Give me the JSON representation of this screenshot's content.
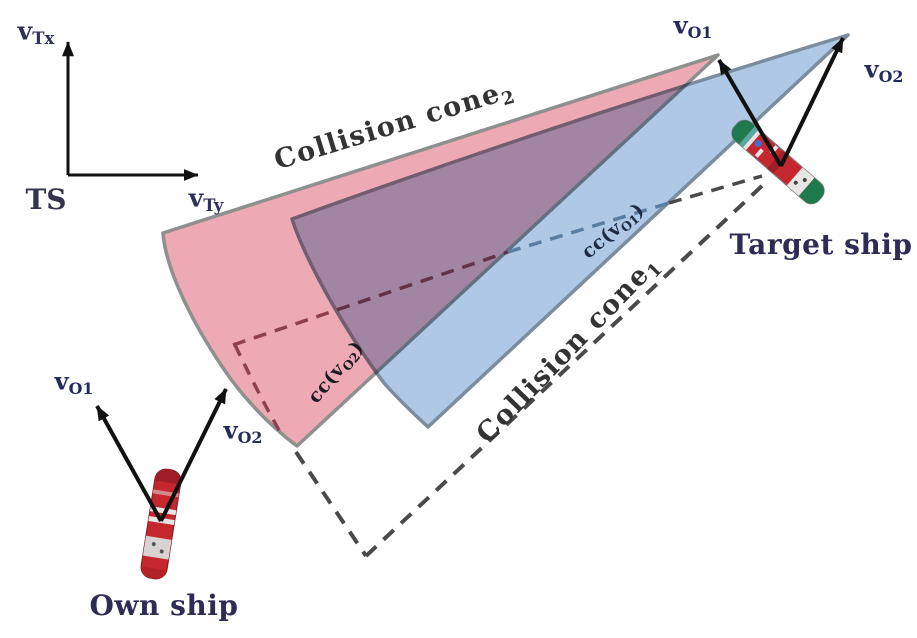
{
  "title": "Collision cone diagram for own ship and target ship",
  "labels": {
    "v_main": "v",
    "sub_o1": "O1",
    "sub_o2": "O2",
    "sub_tx": "Tx",
    "sub_ty": "Ty",
    "ts": "TS",
    "own_ship": "Own ship",
    "target_ship": "Target ship",
    "cone_text": "Collision cone",
    "cone1_sub": "1",
    "cone2_sub": "2",
    "cc_pre": "cc(v",
    "cc1_sub": "O1",
    "cc2_sub": "O2",
    "cc_post": ")"
  },
  "colors": {
    "background": "#ffffff",
    "pink_fill": "#edaab4",
    "pink_stroke": "#8f8f8f",
    "blue_fill": "#aec8e5",
    "blue_stroke": "#7b8c9e",
    "overlap_note": "#9384ad",
    "dash_maroon": "#8e3f50",
    "dash_slate": "#5a7da3",
    "dash_gray": "#4a4a4a",
    "arrow_black": "#111111",
    "ship_red": "#c4272e",
    "ship_red_dark": "#a01f26",
    "ship_green": "#1e7a4c",
    "ship_teal": "#58a8a5",
    "ship_white": "#e8e6e4",
    "ship_blue_dot": "#3f6fd0"
  }
}
